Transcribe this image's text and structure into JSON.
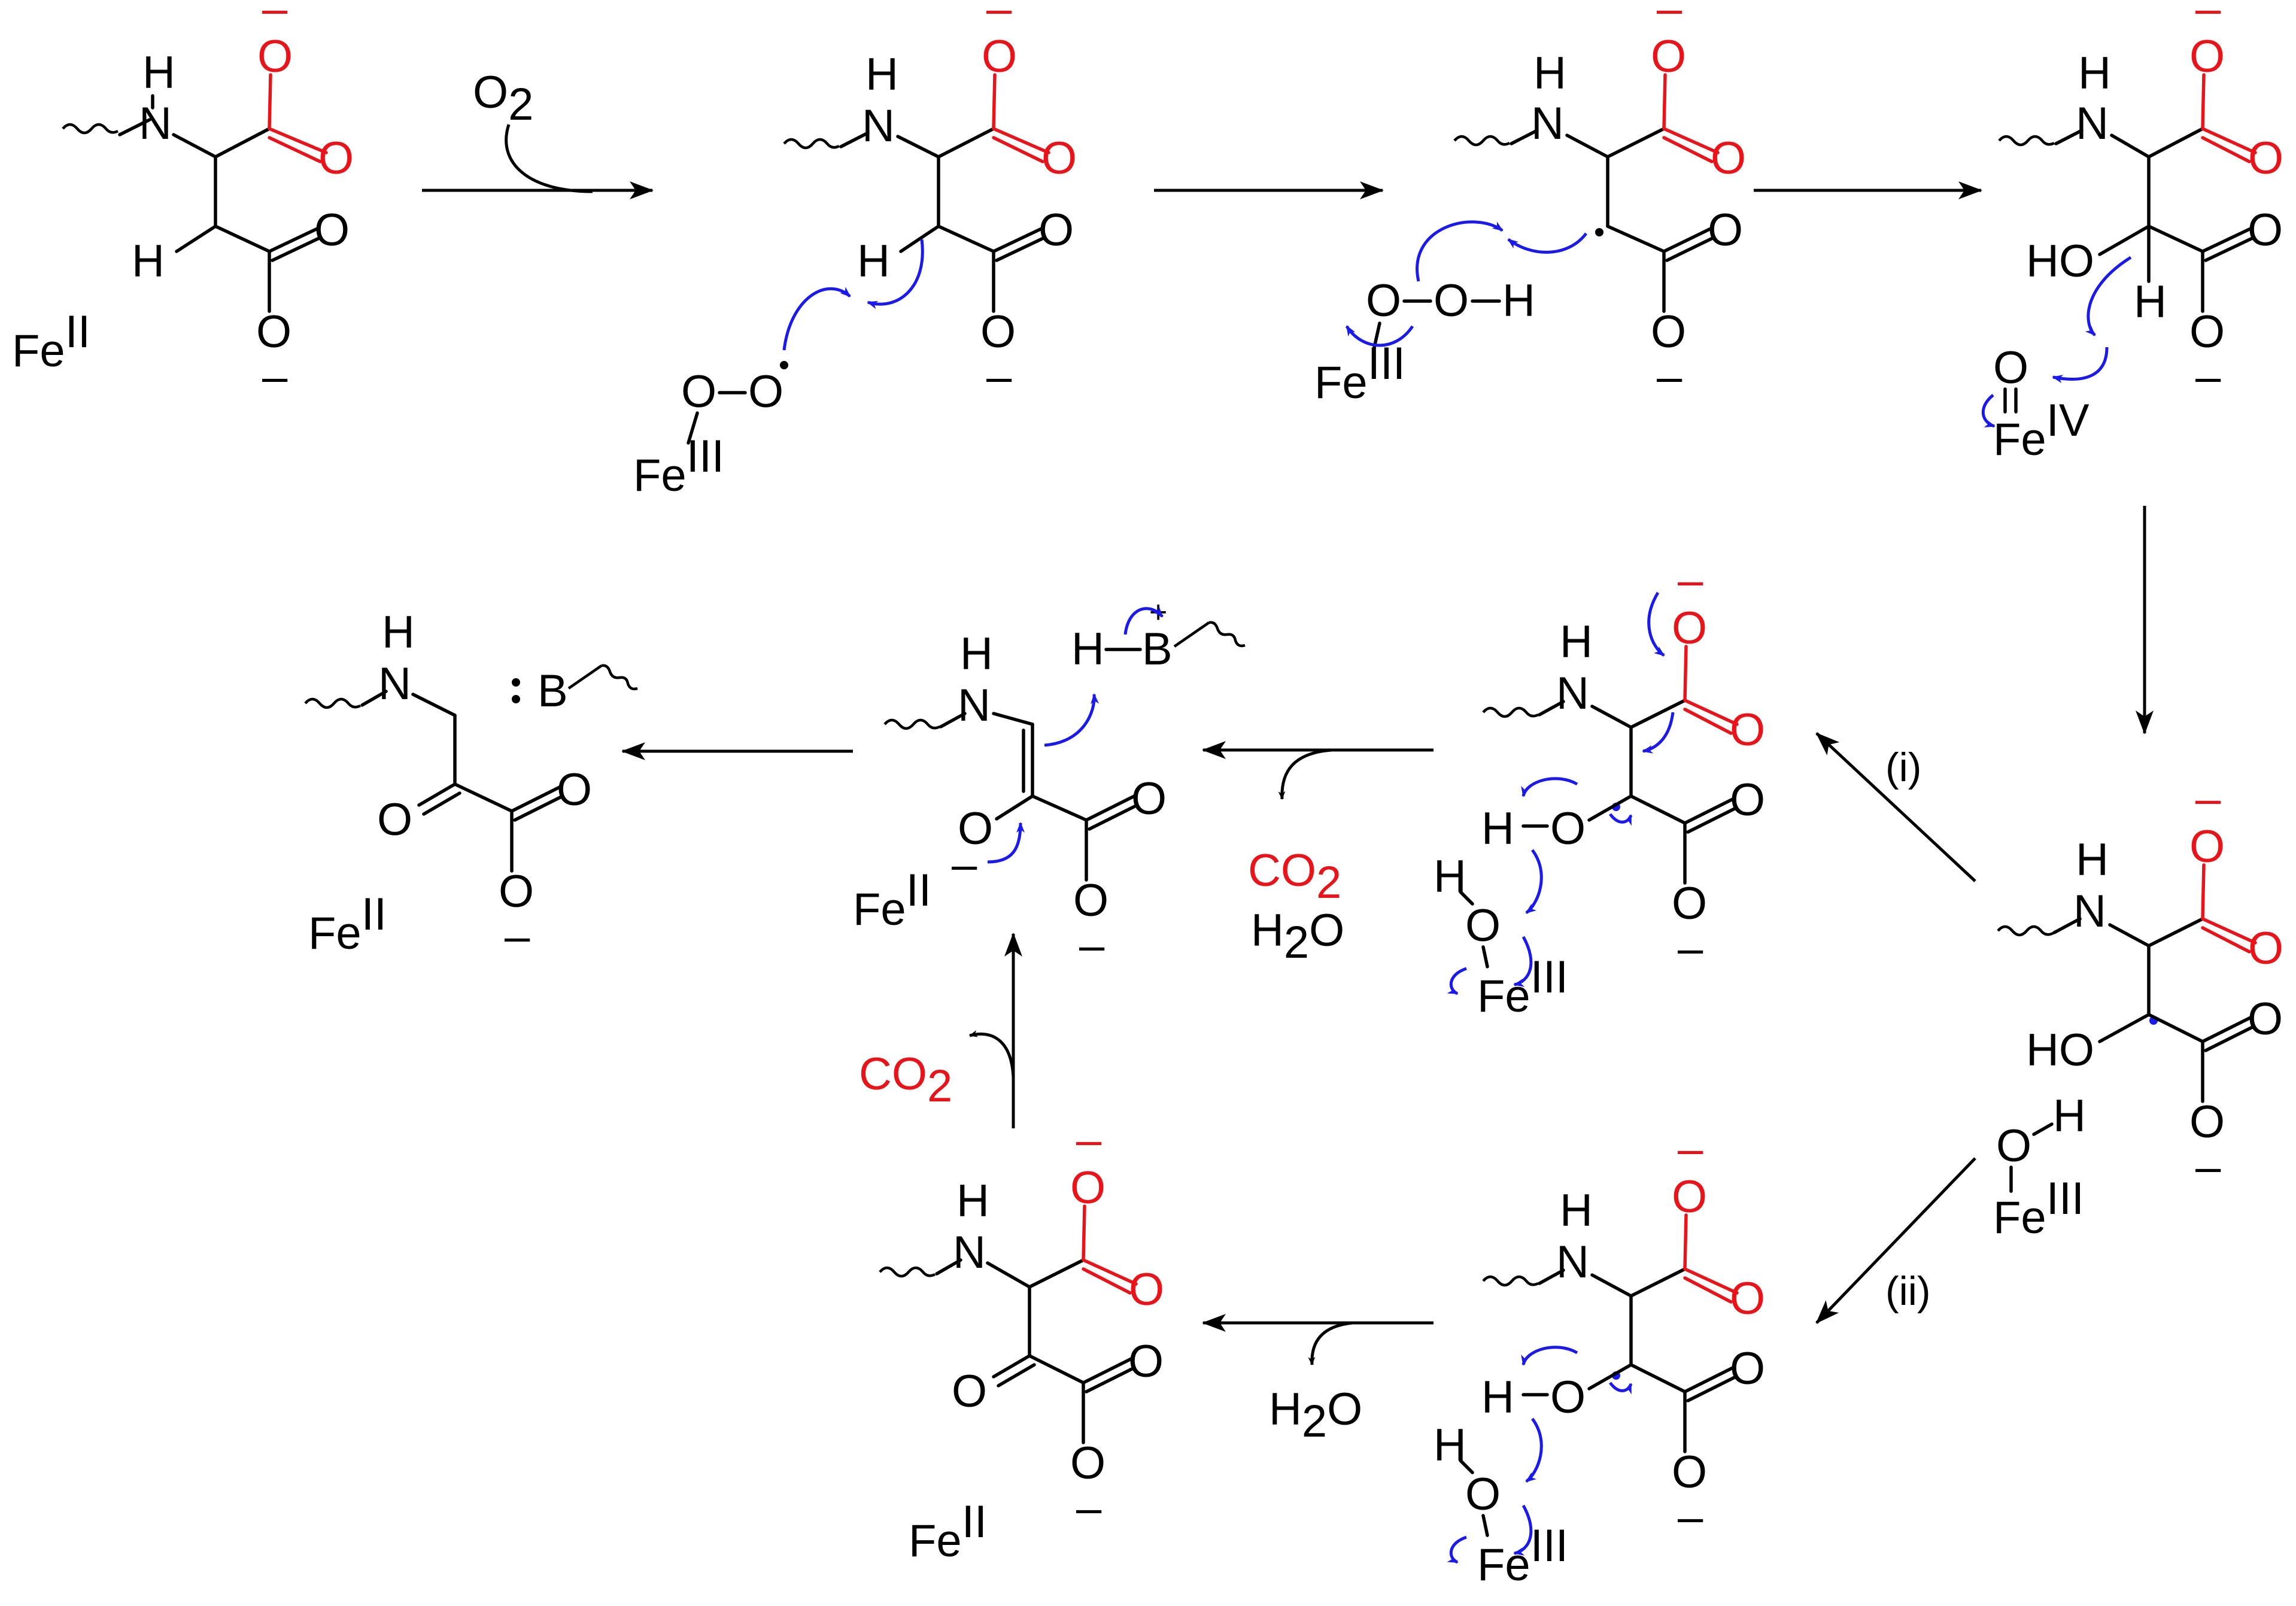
{
  "labels": {
    "fe2": "Fe",
    "fe2_ox": "II",
    "fe3": "Fe",
    "fe3_ox": "III",
    "fe4": "Fe",
    "fe4_ox": "IV",
    "o2": "O",
    "o2_sub": "2",
    "co2": "CO",
    "co2_sub": "2",
    "h2o_h": "H",
    "h2o_sub": "2",
    "h2o_o": "O",
    "path_i": "(i)",
    "path_ii": "(ii)",
    "atom_O": "O",
    "atom_H": "H",
    "atom_N": "N",
    "atom_B": "B",
    "atom_HO": "HO",
    "minus": "–",
    "plus": "+",
    "base_lone_pair": ":"
  },
  "colors": {
    "carboxylate": "#e8141a",
    "electron_arrows": "#1a1aee",
    "bonds": "#000000"
  }
}
